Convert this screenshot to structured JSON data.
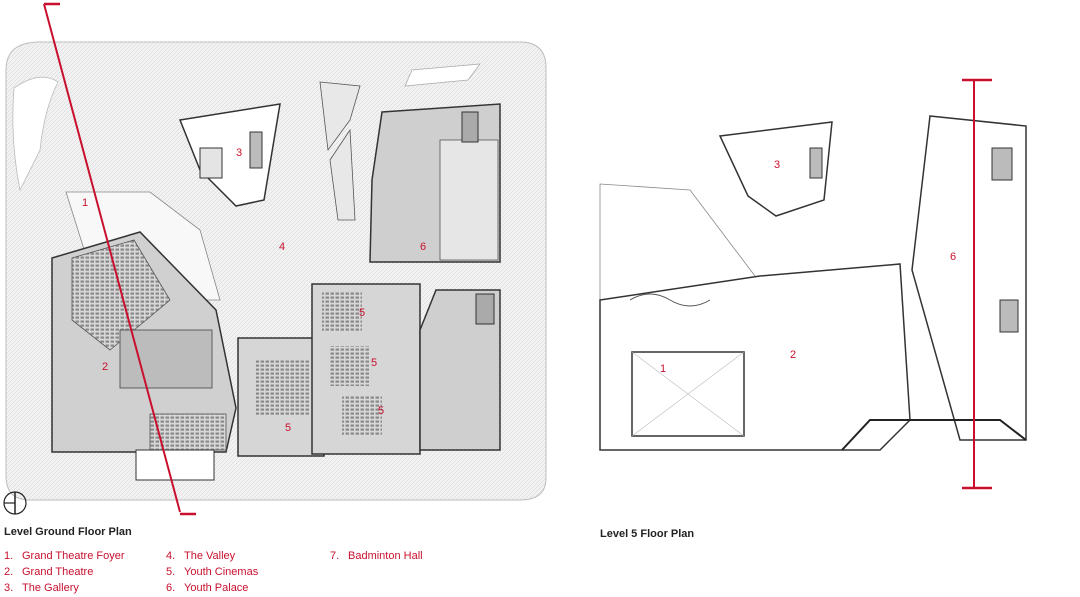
{
  "ground_plan": {
    "title": "Level Ground Floor Plan",
    "rooms": [
      {
        "id": "gf-1",
        "label": "1"
      },
      {
        "id": "gf-2",
        "label": "2"
      },
      {
        "id": "gf-3",
        "label": "3"
      },
      {
        "id": "gf-4",
        "label": "4"
      },
      {
        "id": "gf-5a",
        "label": "5"
      },
      {
        "id": "gf-5b",
        "label": "5"
      },
      {
        "id": "gf-5c",
        "label": "5"
      },
      {
        "id": "gf-5d",
        "label": "5"
      },
      {
        "id": "gf-6",
        "label": "6"
      }
    ]
  },
  "level5_plan": {
    "title": "Level 5 Floor Plan",
    "rooms": [
      {
        "id": "l5-1",
        "label": "1"
      },
      {
        "id": "l5-2",
        "label": "2"
      },
      {
        "id": "l5-3",
        "label": "3"
      },
      {
        "id": "l5-6",
        "label": "6"
      }
    ]
  },
  "legend": {
    "col1": [
      {
        "num": "1.",
        "name": "Grand Theatre Foyer"
      },
      {
        "num": "2.",
        "name": "Grand Theatre"
      },
      {
        "num": "3.",
        "name": "The Gallery"
      }
    ],
    "col2": [
      {
        "num": "4.",
        "name": "The Valley"
      },
      {
        "num": "5.",
        "name": "Youth Cinemas"
      },
      {
        "num": "6.",
        "name": "Youth Palace"
      }
    ],
    "col3": [
      {
        "num": "7.",
        "name": "Badminton Hall"
      }
    ]
  },
  "colors": {
    "accent": "#c8102e",
    "line": "#333333",
    "fill": "#dcdcdc",
    "site": "#eeeeee"
  },
  "icons": [
    "north-arrow-icon",
    "section-cut-marker"
  ]
}
